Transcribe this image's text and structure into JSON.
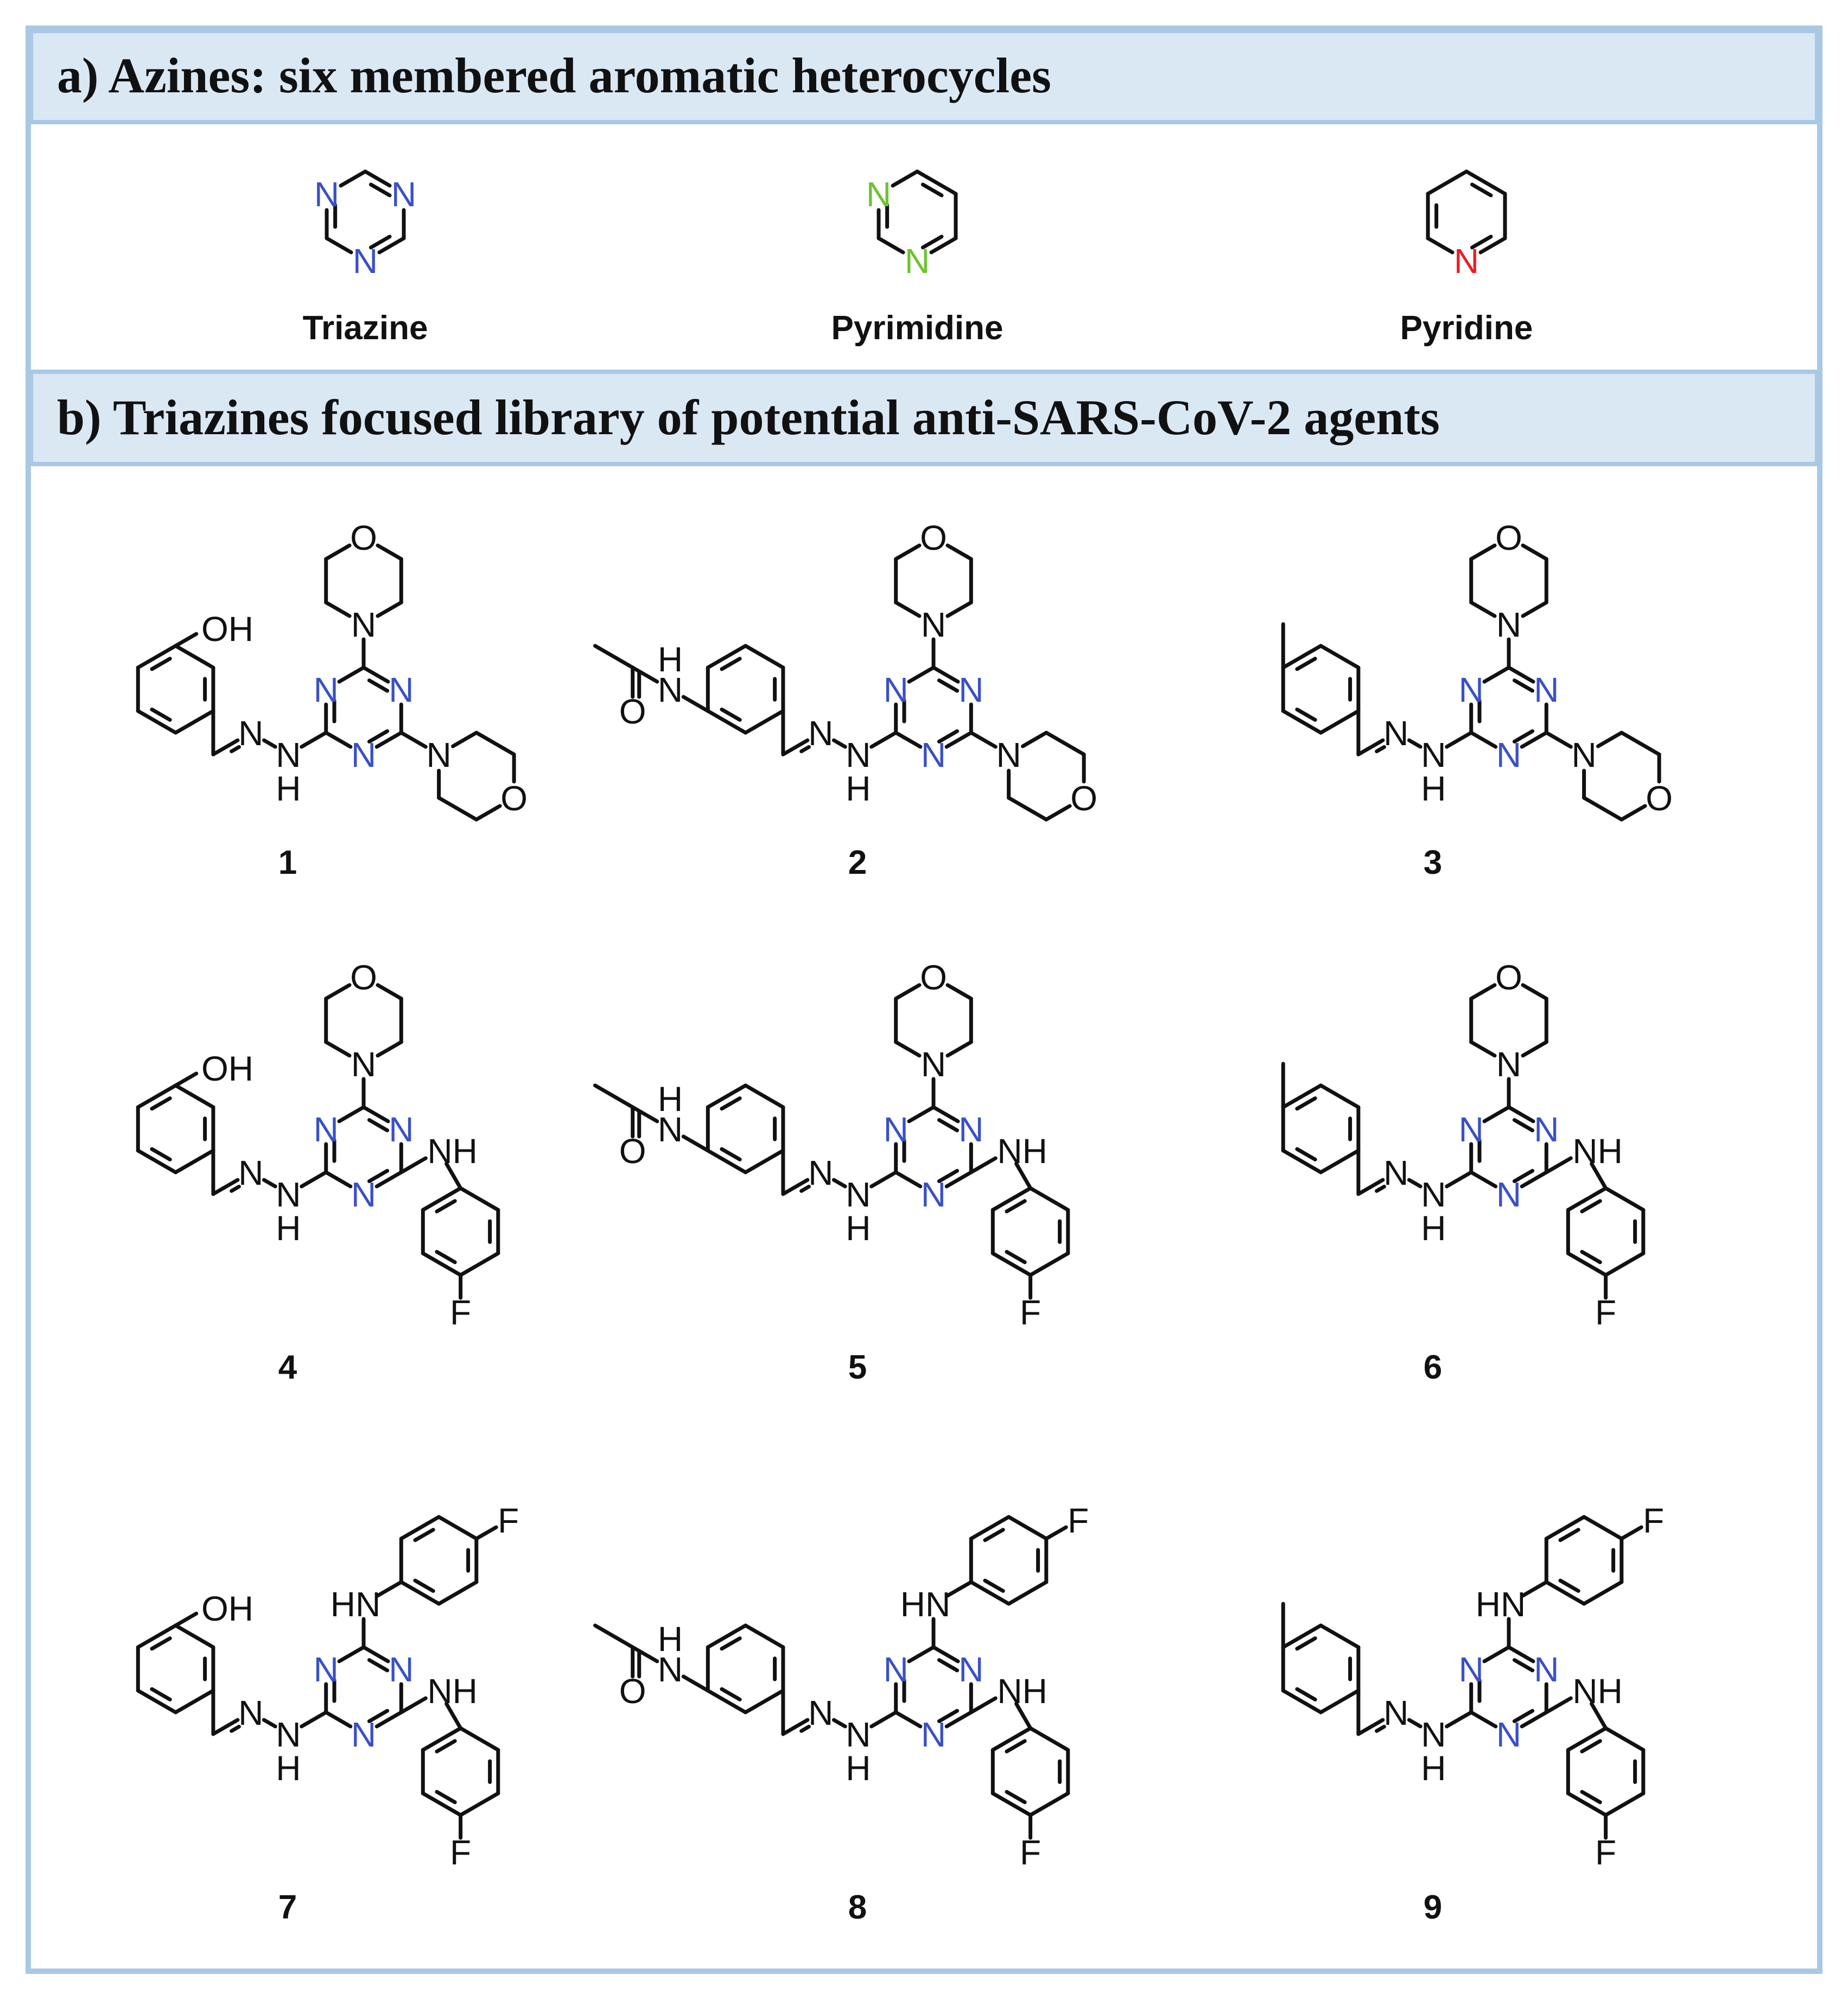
{
  "colors": {
    "frame": "#a9c8e6",
    "header_bg": "#dae8f4",
    "bond": "#111111",
    "triazine_n": "#3a50c8",
    "pyrimidine_n": "#6cc331",
    "pyridine_n": "#ee1c24"
  },
  "panel_a": {
    "title": "a) Azines: six membered aromatic heterocycles",
    "structures": [
      {
        "name": "Triazine",
        "atom_symbol": "N"
      },
      {
        "name": "Pyrimidine",
        "atom_symbol": "N"
      },
      {
        "name": "Pyridine",
        "atom_symbol": "N"
      }
    ]
  },
  "panel_b": {
    "title": "b) Triazines focused library of potential anti-SARS-CoV-2 agents",
    "atom_labels": {
      "n": "N",
      "o": "O",
      "f": "F",
      "oh": "OH",
      "h": "H",
      "nh": "NH",
      "hn": "HN"
    },
    "compounds": [
      {
        "number": "1",
        "aryl": "2-hydroxyphenyl",
        "substituents": [
          "morpholino",
          "morpholino"
        ]
      },
      {
        "number": "2",
        "aryl": "4-acetamidophenyl",
        "substituents": [
          "morpholino",
          "morpholino"
        ]
      },
      {
        "number": "3",
        "aryl": "3-methylphenyl",
        "substituents": [
          "morpholino",
          "morpholino"
        ]
      },
      {
        "number": "4",
        "aryl": "2-hydroxyphenyl",
        "substituents": [
          "morpholino",
          "4-fluoroanilino"
        ]
      },
      {
        "number": "5",
        "aryl": "4-acetamidophenyl",
        "substituents": [
          "morpholino",
          "4-fluoroanilino"
        ]
      },
      {
        "number": "6",
        "aryl": "3-methylphenyl",
        "substituents": [
          "morpholino",
          "4-fluoroanilino"
        ]
      },
      {
        "number": "7",
        "aryl": "2-hydroxyphenyl",
        "substituents": [
          "4-fluoroanilino",
          "4-fluoroanilino"
        ]
      },
      {
        "number": "8",
        "aryl": "4-acetamidophenyl",
        "substituents": [
          "4-fluoroanilino",
          "4-fluoroanilino"
        ]
      },
      {
        "number": "9",
        "aryl": "3-methylphenyl",
        "substituents": [
          "4-fluoroanilino",
          "4-fluoroanilino"
        ]
      }
    ]
  }
}
